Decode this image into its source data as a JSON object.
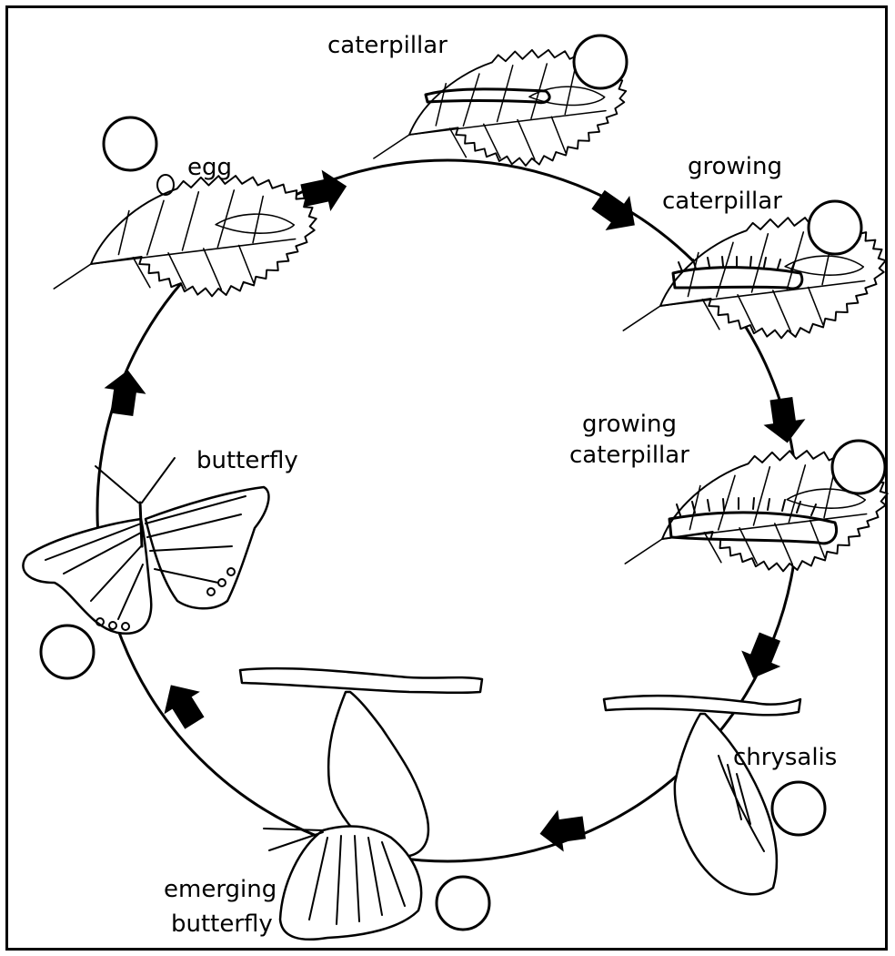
{
  "stages": [
    {
      "id": "egg",
      "lines": [
        "egg"
      ]
    },
    {
      "id": "caterpillar",
      "lines": [
        "caterpillar"
      ]
    },
    {
      "id": "growing-caterpillar-1",
      "lines": [
        "growing",
        "caterpillar"
      ]
    },
    {
      "id": "growing-caterpillar-2",
      "lines": [
        "growing",
        "caterpillar"
      ]
    },
    {
      "id": "chrysalis",
      "lines": [
        "chrysalis"
      ]
    },
    {
      "id": "emerging-butterfly",
      "lines": [
        "emerging",
        "butterfly"
      ]
    },
    {
      "id": "butterfly",
      "lines": [
        "butterfly"
      ]
    }
  ],
  "colors": {
    "line": "#000000",
    "background": "#ffffff"
  }
}
